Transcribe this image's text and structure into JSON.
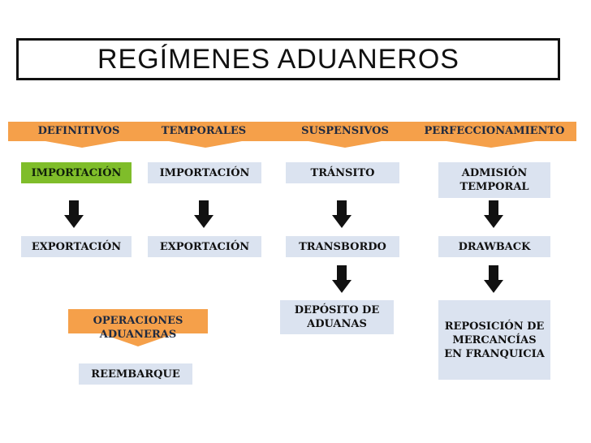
{
  "title": "REGÍMENES ADUANEROS",
  "colors": {
    "banner": "#f5a04a",
    "box": "#dbe3f0",
    "highlight": "#7fbd2a",
    "arrow": "#111111"
  },
  "categories": [
    "DEFINITIVOS",
    "TEMPORALES",
    "SUSPENSIVOS",
    "PERFECCIONAMIENTO"
  ],
  "definitivos": {
    "top": "IMPORTACIÓN",
    "bottom": "EXPORTACIÓN"
  },
  "temporales": {
    "top": "IMPORTACIÓN",
    "bottom": "EXPORTACIÓN"
  },
  "suspensivos": {
    "top": "TRÁNSITO",
    "middle": "TRANSBORDO",
    "bottom": "DEPÓSITO DE ADUANAS"
  },
  "perfeccionamiento": {
    "top": "ADMISIÓN TEMPORAL",
    "middle": "DRAWBACK",
    "bottom": "REPOSICIÓN DE MERCANCÍAS EN FRANQUICIA"
  },
  "operaciones": {
    "label": "OPERACIONES ADUANERAS",
    "item": "REEMBARQUE"
  }
}
